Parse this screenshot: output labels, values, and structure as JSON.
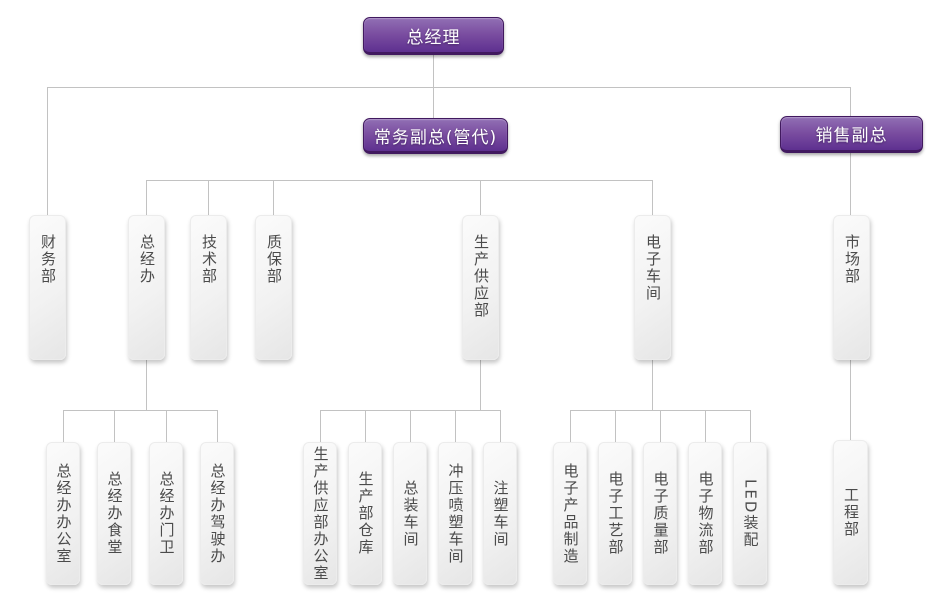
{
  "diagram": {
    "type": "org-chart",
    "background": "#ffffff",
    "line_color": "#c2c2c2",
    "node_colors": {
      "leadership_top": "#916fb4",
      "leadership_bottom": "#5e3090",
      "leadership_border": "#41195f",
      "leadership_text": "#ffffff",
      "department_fill": "#f2f2f2",
      "department_text": "#4b4b4b"
    },
    "nodes": {
      "gm": "总经理",
      "deputy_gm": "常务副总(管代)",
      "sales_vp": "销售副总",
      "finance": "财务部",
      "gm_office": "总经办",
      "tech": "技术部",
      "qa": "质保部",
      "production_supply": "生产供应部",
      "electronics_workshop": "电子车间",
      "marketing": "市场部",
      "gmo_admin_office": "总经办办公室",
      "gmo_canteen": "总经办食堂",
      "gmo_gatekeeper": "总经办门卫",
      "gmo_driving": "总经办驾驶办",
      "ps_office": "生产供应部办公室",
      "production_warehouse": "生产部仓库",
      "assembly_workshop": "总装车间",
      "stamping_workshop": "冲压喷塑车间",
      "injection_workshop": "注塑车间",
      "e_products_mfg": "电子产品制造",
      "e_process": "电子工艺部",
      "e_quality": "电子质量部",
      "e_logistics": "电子物流部",
      "led_assembly": "LED装配",
      "engineering": "工程部"
    },
    "hierarchy": {
      "总经理": [
        "财务部",
        "常务副总(管代)",
        "销售副总"
      ],
      "常务副总(管代)": [
        "总经办",
        "技术部",
        "质保部",
        "生产供应部",
        "电子车间"
      ],
      "销售副总": [
        "市场部"
      ],
      "总经办": [
        "总经办办公室",
        "总经办食堂",
        "总经办门卫",
        "总经办驾驶办"
      ],
      "生产供应部": [
        "生产供应部办公室",
        "生产部仓库",
        "总装车间",
        "冲压喷塑车间",
        "注塑车间"
      ],
      "电子车间": [
        "电子产品制造",
        "电子工艺部",
        "电子质量部",
        "电子物流部",
        "LED装配"
      ],
      "市场部": [
        "工程部"
      ]
    }
  }
}
